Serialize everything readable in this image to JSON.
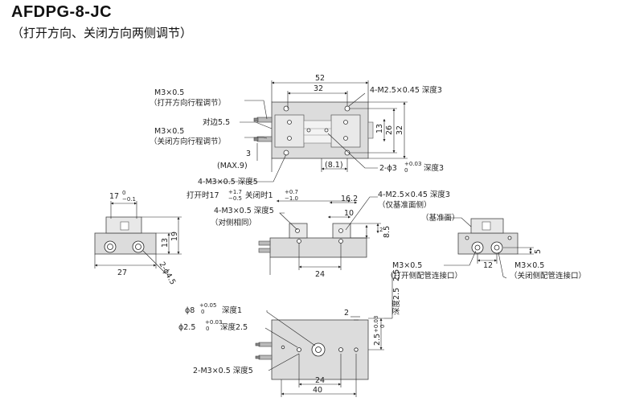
{
  "title": "AFDPG-8-JC",
  "subtitle": "（打开方向、关闭方向两侧调节）",
  "top_view": {
    "dim_52": "52",
    "dim_32": "32",
    "m25_depth3": "4-M2.5×0.45 深度3",
    "m3_label": "M3×0.5",
    "open_adjust": "（打开方向行程调节）",
    "hex_label": "对边5.5",
    "m3_label_2": "M3×0.5",
    "close_adjust": "（关闭方向行程调节）",
    "dim_3": "3",
    "max9": "(MAX.9)",
    "m3_depth5": "4-M3×0.5  深度5",
    "dim_8_1": "(8.1)",
    "pin_hole_prefix": "2-ϕ3",
    "pin_tol_upper": "+0.03",
    "pin_tol_lower": "0",
    "pin_depth": "深度3",
    "dim_13": "13",
    "dim_26": "26",
    "dim_32_v": "32"
  },
  "end_view_left": {
    "dim_17": "17",
    "tol_17_upper": "0",
    "tol_17_lower": "−0.1",
    "dim_27": "27",
    "dim_13": "13",
    "dim_19": "19",
    "dia_45": "2-ϕ4.5"
  },
  "side_view": {
    "open_label": "打开时17",
    "open_tol_upper": "+1.7",
    "open_tol_lower": "−0.5",
    "close_label": "关闭时1",
    "close_tol_upper": "+0.7",
    "close_tol_lower": "−1.0",
    "m25_depth3": "4-M2.5×0.45 深度3",
    "ref_side": "（仅基准面侧）",
    "dim_16_2": "16.2",
    "m3_depth5": "4-M3×0.5 深度5",
    "same_side": "（对侧相同）",
    "dim_10": "10",
    "dim_2": "2",
    "dim_8_5": "8.5",
    "dim_24": "24"
  },
  "end_view_right": {
    "ref_face": "（基准面）",
    "m3_open": "M3×0.5",
    "open_port": "（打开侧配管连接口）",
    "dim_12": "12",
    "m3_close": "M3×0.5",
    "close_port": "（关闭侧配管连接口）",
    "dim_5": "5"
  },
  "bottom_view": {
    "dia8_prefix": "ϕ8",
    "dia8_tol_upper": "+0.05",
    "dia8_tol_lower": "0",
    "dia8_depth": "深度1",
    "dia25_prefix": "ϕ2.5",
    "dia25_tol_upper": "+0.03",
    "dia25_tol_lower": "0",
    "dia25_depth": "深度2.5",
    "m3_depth5": "2-M3×0.5  深度5",
    "dim_2": "2",
    "depth25_vertical": "深度2.5",
    "dim_25_v": "2.5",
    "tol_v_upper": "+0.03",
    "tol_v_lower": "0",
    "dim_24": "24",
    "dim_40": "40"
  }
}
